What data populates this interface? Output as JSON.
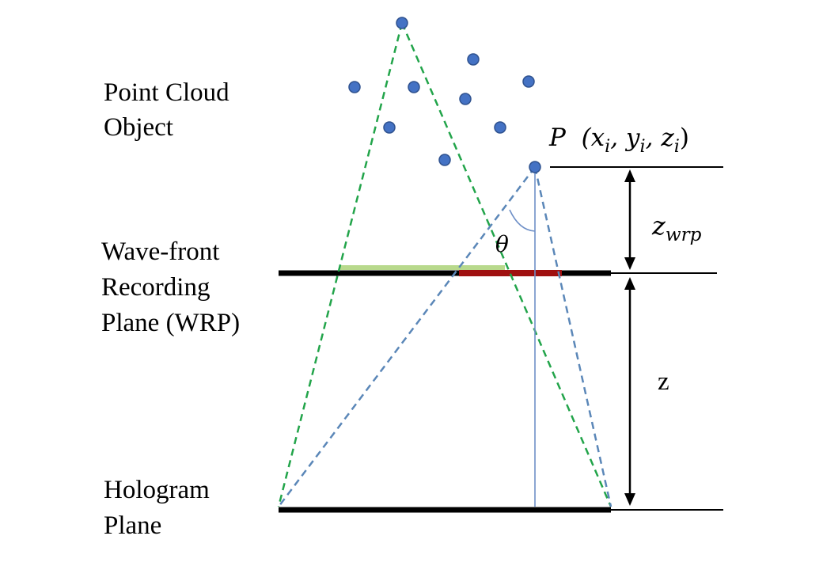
{
  "labels": {
    "point_cloud_line1": "Point Cloud",
    "point_cloud_line2": "Object",
    "wrp_line1": "Wave-front",
    "wrp_line2": "Recording",
    "wrp_line3": "Plane (WRP)",
    "hologram_line1": "Hologram",
    "hologram_line2": "Plane"
  },
  "point": {
    "name": "P",
    "coords": "(x",
    "x_sub": "i",
    "y": ", y",
    "y_sub": "i",
    "z": ", z",
    "z_sub": "i",
    "close": ")"
  },
  "angle_label": "θ",
  "dimension_zwrp": {
    "base": "z",
    "sub": "wrp"
  },
  "dimension_z": "z",
  "colors": {
    "point_fill": "#4472c4",
    "point_stroke": "#2f528f",
    "green_dash": "#22a44a",
    "blue_dash": "#5b87b8",
    "plane": "#000000",
    "green_band": "#b8d98c",
    "red_band": "#a01010",
    "perpendicular": "#6e8fc7"
  }
}
